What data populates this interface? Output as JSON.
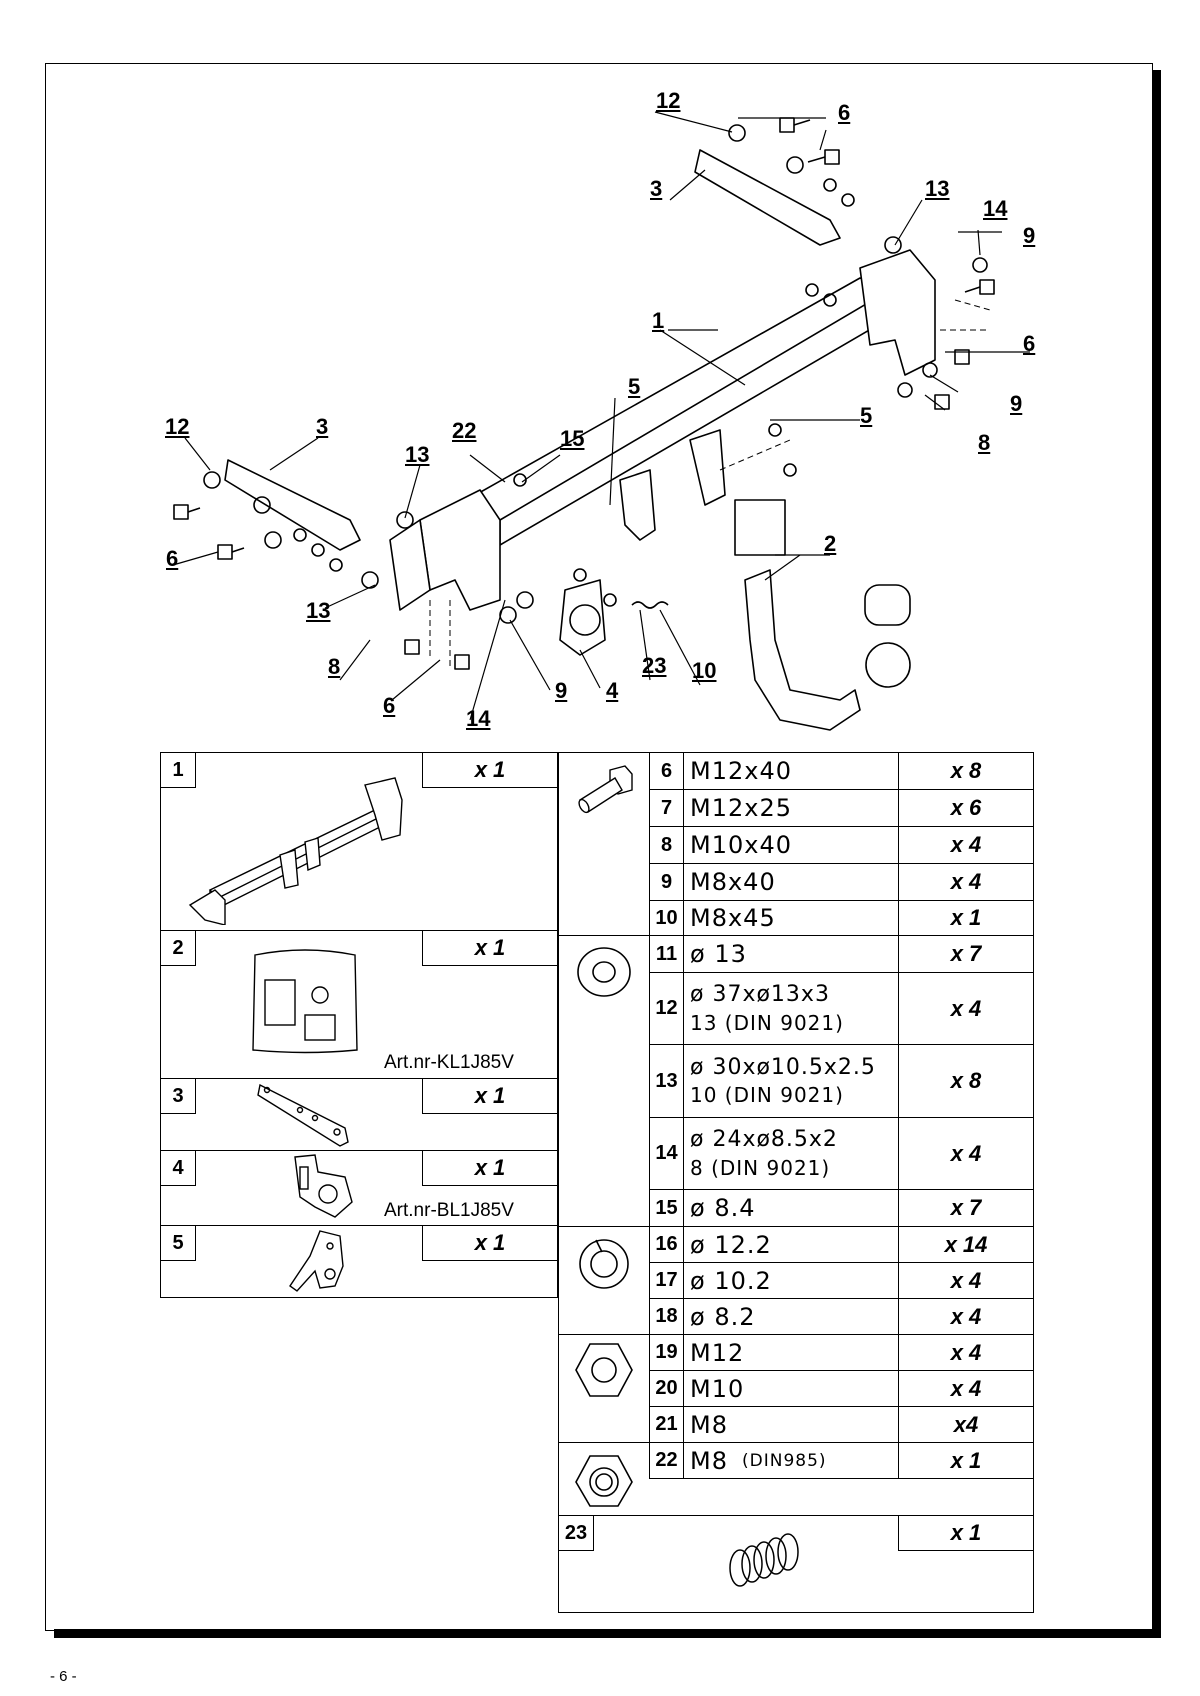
{
  "page_number": "- 6 -",
  "callouts": [
    "1",
    "2",
    "3",
    "3",
    "4",
    "5",
    "5",
    "6",
    "6",
    "6",
    "6",
    "8",
    "8",
    "9",
    "9",
    "9",
    "10",
    "12",
    "12",
    "13",
    "13",
    "13",
    "14",
    "14",
    "15",
    "22",
    "23"
  ],
  "left_table": [
    {
      "num": "1",
      "qty": "x 1",
      "art": ""
    },
    {
      "num": "2",
      "qty": "x 1",
      "art": "Art.nr-KL1J85V"
    },
    {
      "num": "3",
      "qty": "x 1",
      "art": ""
    },
    {
      "num": "4",
      "qty": "x 1",
      "art": "Art.nr-BL1J85V"
    },
    {
      "num": "5",
      "qty": "x 1",
      "art": ""
    }
  ],
  "right_table": {
    "bolts": [
      {
        "num": "6",
        "spec": "M12x40",
        "qty": "x 8"
      },
      {
        "num": "7",
        "spec": "M12x25",
        "qty": "x 6"
      },
      {
        "num": "8",
        "spec": "M10x40",
        "qty": "x 4"
      },
      {
        "num": "9",
        "spec": "M8x40",
        "qty": "x 4"
      },
      {
        "num": "10",
        "spec": "M8x45",
        "qty": "x 1"
      }
    ],
    "washers": [
      {
        "num": "11",
        "spec": "ø 13",
        "spec2": "",
        "qty": "x 7"
      },
      {
        "num": "12",
        "spec": "ø 37xø13x3",
        "spec2": "13   (DIN 9021)",
        "qty": "x 4"
      },
      {
        "num": "13",
        "spec": "ø 30xø10.5x2.5",
        "spec2": "10   (DIN 9021)",
        "qty": "x 8"
      },
      {
        "num": "14",
        "spec": "ø 24xø8.5x2",
        "spec2": "8    (DIN 9021)",
        "qty": "x 4"
      },
      {
        "num": "15",
        "spec": "ø 8.4",
        "spec2": "",
        "qty": "x 7"
      }
    ],
    "spring_washers": [
      {
        "num": "16",
        "spec": "ø 12.2",
        "qty": "x 14"
      },
      {
        "num": "17",
        "spec": "ø 10.2",
        "qty": "x 4"
      },
      {
        "num": "18",
        "spec": "ø 8.2",
        "qty": "x 4"
      }
    ],
    "nuts": [
      {
        "num": "19",
        "spec": "M12",
        "qty": "x 4"
      },
      {
        "num": "20",
        "spec": "M10",
        "qty": "x 4"
      },
      {
        "num": "21",
        "spec": "M8",
        "qty": "x4"
      }
    ],
    "lock_nut": {
      "num": "22",
      "spec": "M8",
      "din": "(DIN985)",
      "qty": "x 1"
    },
    "spring": {
      "num": "23",
      "qty": "x 1"
    }
  }
}
